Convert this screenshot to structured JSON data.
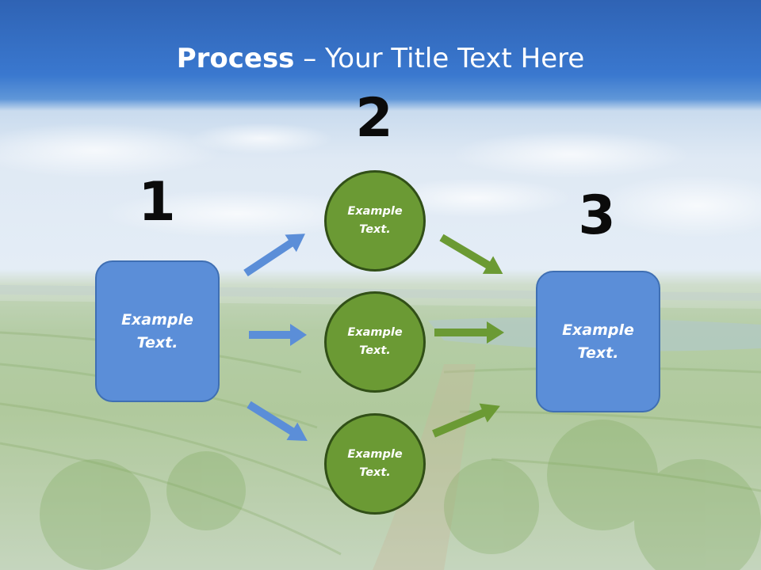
{
  "slide": {
    "title_bold": "Process",
    "title_rest": " – Your Title Text Here",
    "steps": [
      "1",
      "2",
      "3"
    ],
    "left_box": "Example\nText.",
    "right_box": "Example\nText.",
    "circles": [
      "Example\nText.",
      "Example\nText.",
      "Example\nText."
    ],
    "colors": {
      "box_fill": "#5b8ed8",
      "box_border": "#3f6fb3",
      "circle_fill": "#6b9a34",
      "circle_border": "#314f17",
      "arrow_blue": "#5b8ed8",
      "arrow_green": "#6b9a34"
    }
  }
}
